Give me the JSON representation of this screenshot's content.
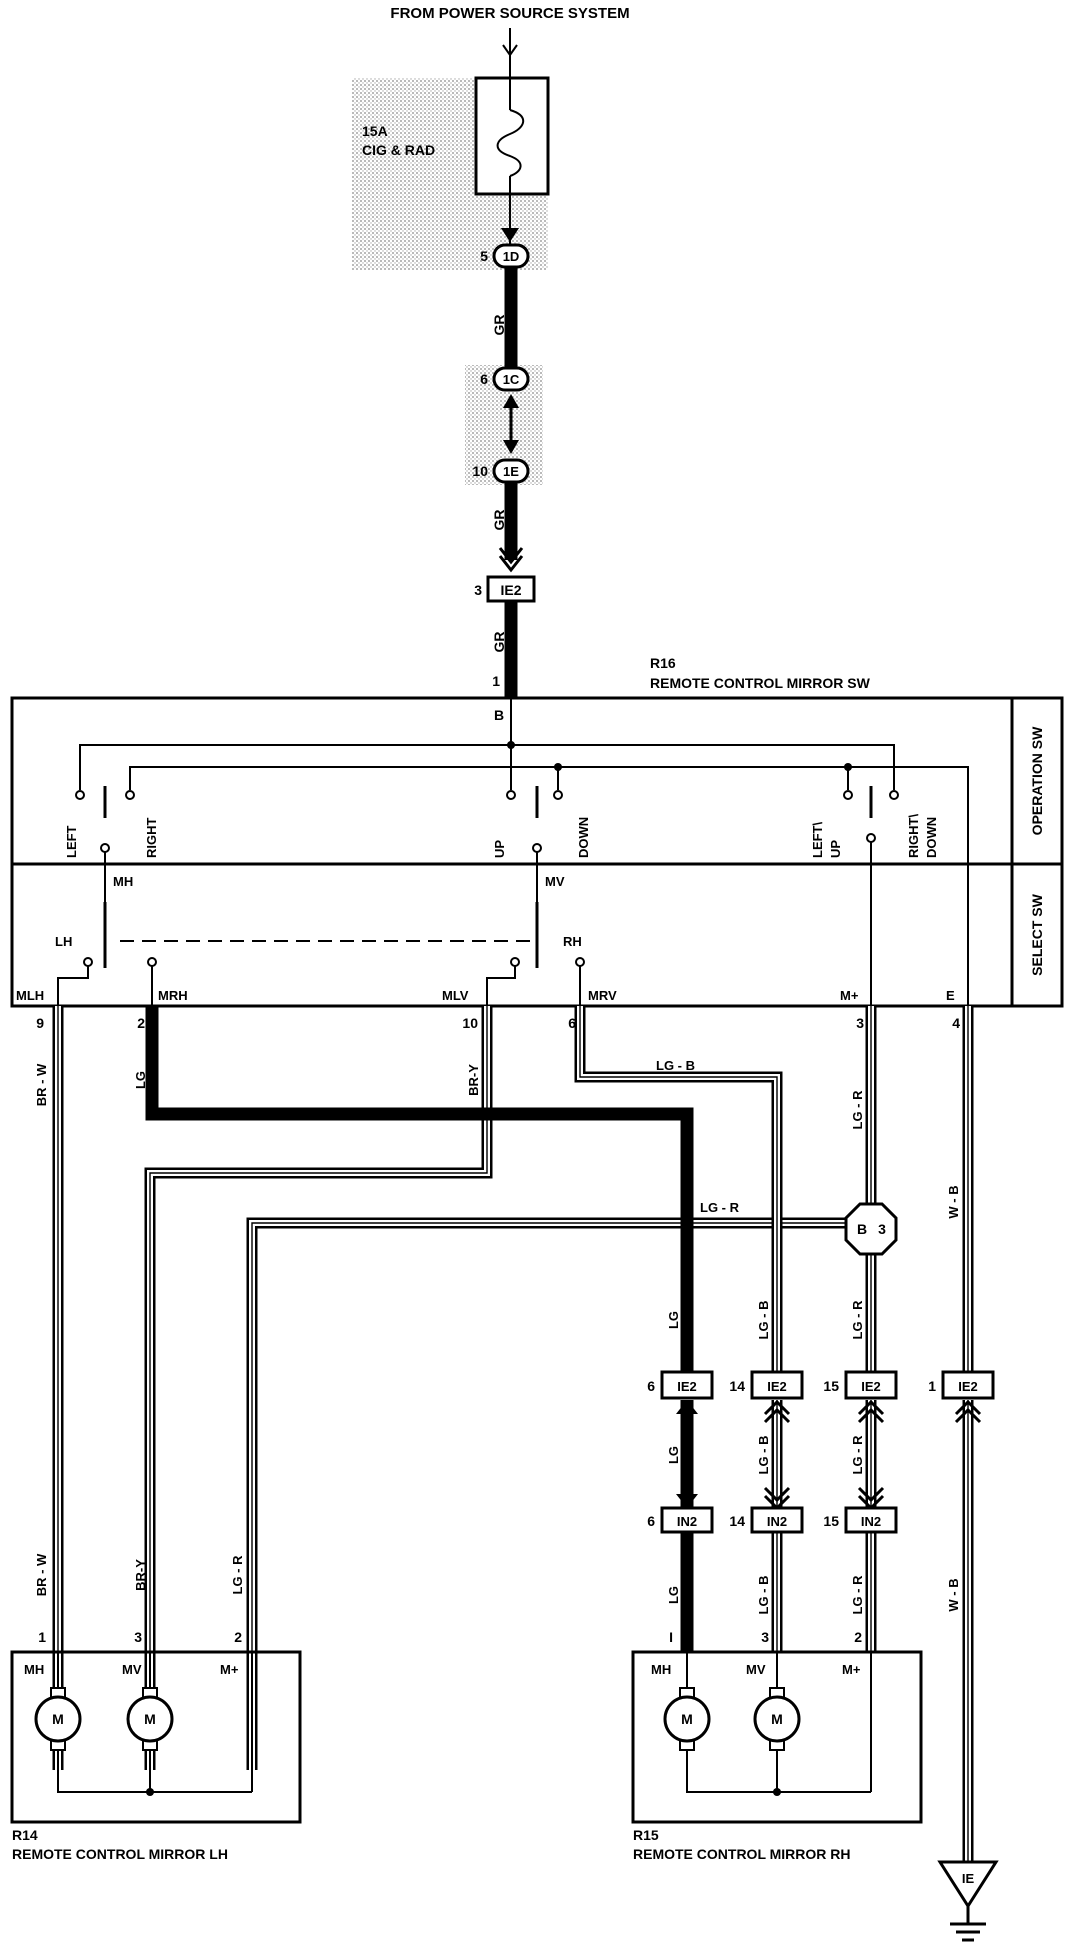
{
  "header": {
    "source": "FROM POWER SOURCE SYSTEM"
  },
  "fuse": {
    "rating": "15A",
    "name": "CIG & RAD"
  },
  "connectors": {
    "c1": {
      "pin": "5",
      "label": "1D"
    },
    "c2": {
      "pin": "6",
      "label": "1C"
    },
    "c3": {
      "pin": "10",
      "label": "1E"
    },
    "c4": {
      "pin": "3",
      "label": "IE2"
    },
    "r16_pin": "1"
  },
  "wires": {
    "gr1": "GR",
    "gr2": "GR",
    "gr3": "GR"
  },
  "switch": {
    "id": "R16",
    "name": "REMOTE CONTROL MIRROR SW",
    "section_operation": "OPERATION SW",
    "section_select": "SELECT SW",
    "b": "B",
    "left": "LEFT",
    "right": "RIGHT",
    "up": "UP",
    "down": "DOWN",
    "left_up_1": "LEFT\\",
    "left_up_2": "UP",
    "right_down_1": "RIGHT\\",
    "right_down_2": "DOWN",
    "mh": "MH",
    "mv": "MV",
    "lh": "LH",
    "rh": "RH",
    "mlh": "MLH",
    "mrh": "MRH",
    "mlv": "MLV",
    "mrv": "MRV",
    "mplus": "M+",
    "e": "E",
    "pin_mlh": "9",
    "pin_mrh": "2",
    "pin_mlv": "10",
    "pin_mrv": "6",
    "pin_mplus": "3",
    "pin_e": "4"
  },
  "wire_colors": {
    "brw_top": "BR - W",
    "lg_top": "LG",
    "bry_top": "BR-Y",
    "lgb_top": "LG - B",
    "lgr_top": "LG - R",
    "wb_top": "W - B",
    "lgr_mid": "LG - R",
    "lg_mid": "LG",
    "lgb_mid": "LG - B",
    "lgr_mid2": "LG - R",
    "lg_low": "LG",
    "lgb_low": "LG - B",
    "lgr_low": "LG - R",
    "brw_low": "BR - W",
    "bry_low": "BR-Y",
    "lgr_left_low": "LG - R",
    "lg_bot": "LG",
    "lgb_bot": "LG - B",
    "lgr_bot": "LG - R",
    "wb_bot": "W - B"
  },
  "junction": {
    "label_a": "B",
    "label_b": "3"
  },
  "ie2_row": [
    {
      "pin": "6",
      "label": "IE2"
    },
    {
      "pin": "14",
      "label": "IE2"
    },
    {
      "pin": "15",
      "label": "IE2"
    },
    {
      "pin": "1",
      "label": "IE2"
    }
  ],
  "in2_row": [
    {
      "pin": "6",
      "label": "IN2"
    },
    {
      "pin": "14",
      "label": "IN2"
    },
    {
      "pin": "15",
      "label": "IN2"
    }
  ],
  "mirror_lh": {
    "id": "R14",
    "name": "REMOTE CONTROL MIRROR LH",
    "pin1": "1",
    "pin2": "3",
    "pin3": "2",
    "mh": "MH",
    "mv": "MV",
    "mplus": "M+",
    "motor": "M"
  },
  "mirror_rh": {
    "id": "R15",
    "name": "REMOTE CONTROL MIRROR RH",
    "pin1": "I",
    "pin2": "3",
    "pin3": "2",
    "mh": "MH",
    "mv": "MV",
    "mplus": "M+",
    "motor": "M"
  },
  "ground": {
    "label": "IE"
  }
}
